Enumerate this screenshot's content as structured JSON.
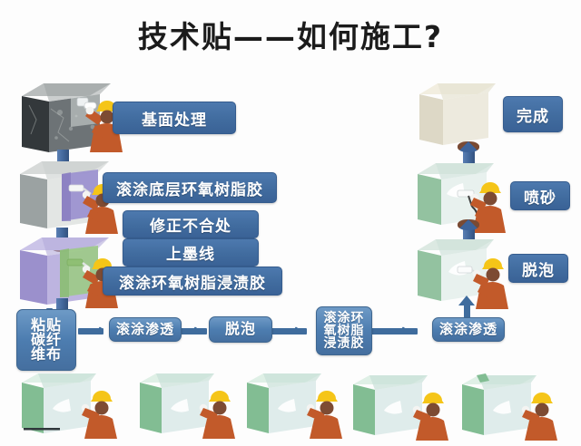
{
  "page": {
    "title": "技术贴——如何施工?",
    "background": "#fdfdfd"
  },
  "colors": {
    "chip_blue": "#416c9f",
    "flow_blue": "#4d7db0",
    "connector": "#3f6c9d",
    "helmet_yellow": "#f5c518",
    "worker_orange": "#c25a2a",
    "concrete_gray": "#3f4447",
    "primer_purple": "#8d83c6",
    "resin_green": "#8fc27d",
    "finish_cream": "#e8e3d2",
    "block_teal": "#cfe3e0"
  },
  "left_column": {
    "steps": [
      {
        "id": "substrate-treatment",
        "label": "基面处理",
        "block_kind": "concrete-rough",
        "tool": "grinder"
      },
      {
        "id": "primer-epoxy",
        "label": "滚涂底层环氧树脂胶",
        "block_kind": "gray-block",
        "tool": "roller-purple"
      },
      {
        "id": "fix-defects",
        "label": "修正不合处",
        "block_kind": "none",
        "tool": "none"
      },
      {
        "id": "ink-line",
        "label": "上墨线",
        "block_kind": "none",
        "tool": "none"
      },
      {
        "id": "impregnating-resin",
        "label": "滚涂环氧树脂浸渍胶",
        "block_kind": "purple-block",
        "tool": "roller-green"
      }
    ]
  },
  "right_column": {
    "steps": [
      {
        "id": "complete",
        "label": "完成",
        "block_kind": "cream-block",
        "tool": "none"
      },
      {
        "id": "sandblasting",
        "label": "喷砂",
        "block_kind": "green-white-block",
        "tool": "sandblast-gun"
      },
      {
        "id": "defoaming",
        "label": "脱泡",
        "block_kind": "green-white-block",
        "tool": "defoam-roller"
      }
    ]
  },
  "flow_row": {
    "nodes": [
      {
        "id": "paste-carbon-fiber-cloth",
        "label": "粘贴碳纤维布",
        "lines": [
          "粘",
          "贴",
          "碳",
          "纤",
          "维",
          "布"
        ],
        "columns": 2
      },
      {
        "id": "roll-penetration-1",
        "label": "滚涂渗透",
        "lines": [
          "滚涂渗透"
        ],
        "columns": 1
      },
      {
        "id": "defoam",
        "label": "脱泡",
        "lines": [
          "脱泡"
        ],
        "columns": 1
      },
      {
        "id": "roll-impregnating-resin",
        "label": "滚涂环氧树脂浸渍胶",
        "lines": [
          "滚",
          "涂",
          "环",
          "氧",
          "树",
          "脂",
          "浸",
          "渍",
          "胶"
        ],
        "columns": 3
      },
      {
        "id": "roll-penetration-2",
        "label": "滚涂渗透",
        "lines": [
          "滚涂渗透"
        ],
        "columns": 1
      }
    ],
    "connector_glyph": "›"
  },
  "bottom_strip": {
    "panels": [
      {
        "id": "bottom-panel-1",
        "kind": "worker-applying"
      },
      {
        "id": "bottom-panel-2",
        "kind": "worker-applying"
      },
      {
        "id": "bottom-panel-3",
        "kind": "worker-applying"
      },
      {
        "id": "bottom-panel-4",
        "kind": "worker-applying"
      },
      {
        "id": "bottom-panel-5",
        "kind": "worker-applying"
      }
    ]
  }
}
